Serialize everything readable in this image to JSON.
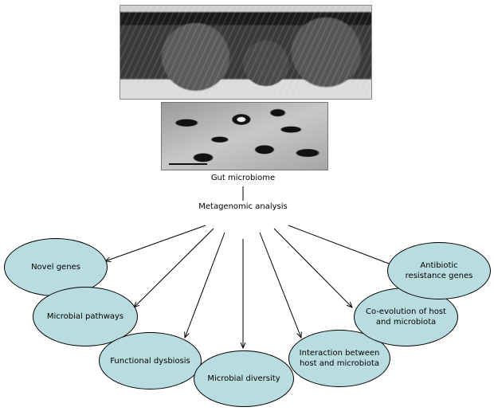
{
  "images": {
    "top_micrograph": "gut tissue histology micrograph",
    "middle_micrograph": "microbial cells micrograph"
  },
  "diagram": {
    "root_label": "Gut microbiome",
    "method_label": "Metagenomic analysis",
    "node_fill": "#b8dce0",
    "nodes": [
      {
        "id": "novel-genes",
        "label": "Novel genes"
      },
      {
        "id": "microbial-pathways",
        "label": "Microbial pathways"
      },
      {
        "id": "functional-dysbiosis",
        "label": "Functional dysbiosis"
      },
      {
        "id": "microbial-diversity",
        "label": "Microbial diversity"
      },
      {
        "id": "interaction",
        "label": "Interaction between\nhost and microbiota"
      },
      {
        "id": "co-evolution",
        "label": "Co-evolution of host\nand microbiota"
      },
      {
        "id": "antibiotic-resistance",
        "label": "Antibiotic\nresistance genes"
      }
    ]
  }
}
